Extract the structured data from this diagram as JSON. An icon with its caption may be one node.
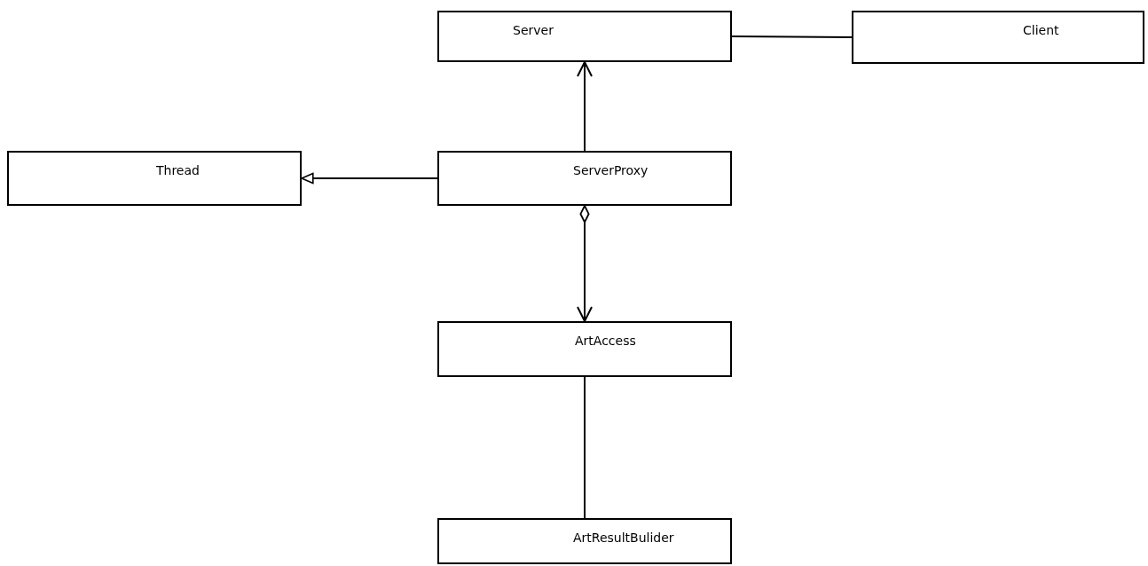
{
  "diagram": {
    "nodes": [
      {
        "text": [
          "Server"
        ]
      },
      {
        "text": [
          "Client"
        ]
      },
      {
        "text": [
          "Thread"
        ]
      },
      {
        "text": [
          "ServerProxy"
        ]
      },
      {
        "text": [
          "ArtAccess"
        ]
      },
      {
        "text": [
          "ArtResultBulider"
        ]
      }
    ],
    "edges": [
      {
        "from": 0,
        "to": 1,
        "arrow": "none"
      },
      {
        "from": 3,
        "to": 0,
        "arrow": "to"
      },
      {
        "from": 3,
        "to": 2,
        "arrow": "to"
      },
      {
        "from": 3,
        "to": 4,
        "arrow": "to"
      },
      {
        "from": 4,
        "to": 5,
        "arrow": "none"
      }
    ]
  }
}
